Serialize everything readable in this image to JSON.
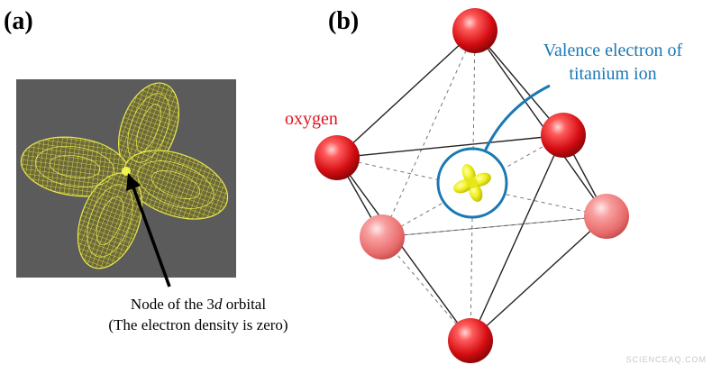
{
  "panel_a": {
    "label": "(a)",
    "caption_line1_prefix": "Node of the 3",
    "caption_line1_italic": "d",
    "caption_line1_suffix": " orbital",
    "caption_line2": "(The electron density is zero)",
    "background_color": "#5b5b5b",
    "mesh_color": "#f2f24a"
  },
  "panel_b": {
    "label": "(b)",
    "oxygen_label": "oxygen",
    "valence_line1": "Valence electron of",
    "valence_line2": "titanium ion",
    "oxygen_color": "#e0141b",
    "oxygen_faded_color": "#f07a7a",
    "callout_color": "#1a78b4",
    "orbital_color": "#e6e61a"
  },
  "watermark": "SCIENCEAQ.COM"
}
